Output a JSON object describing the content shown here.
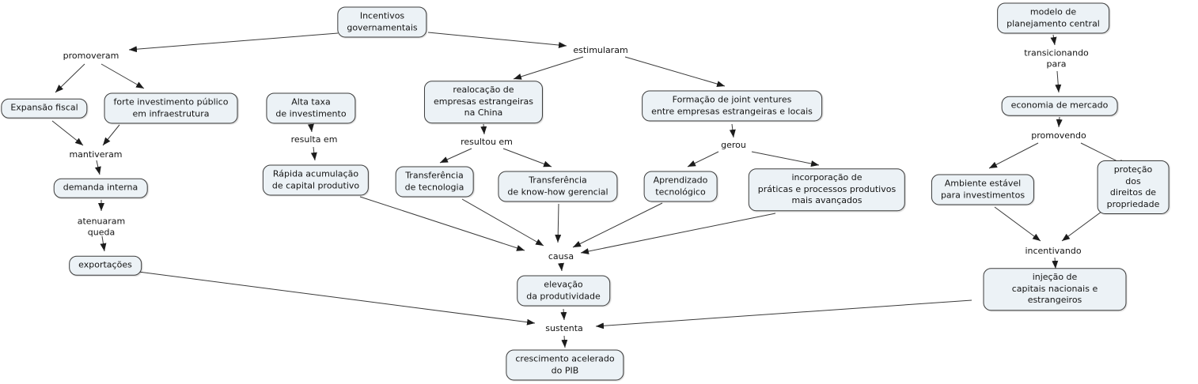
{
  "colors": {
    "background": "#ffffff",
    "node_fill": "#ecf2f6",
    "node_border": "#3c3c3c",
    "line_color": "#3a3a3a",
    "arrowhead": "#1c1c1c",
    "text": "#141414"
  },
  "nodes": {
    "incentivos": "Incentivos\ngovernamentais",
    "expansao_fiscal": "Expansão fiscal",
    "forte_investimento": "forte investimento público\nem infraestrutura",
    "alta_taxa": "Alta taxa\nde investimento",
    "rapida_acumulacao": "Rápida acumulação\nde capital produtivo",
    "demanda_interna": "demanda interna",
    "exportacoes": "exportações",
    "realocacao": "realocação de\nempresas estrangeiras\nna China",
    "transf_tecnologia": "Transferência\nde tecnologia",
    "transf_knowhow": "Transferência\nde know-how gerencial",
    "formacao_jv": "Formação de joint ventures\nentre empresas estrangeiras e locais",
    "aprendizado": "Aprendizado\ntecnológico",
    "incorporacao": "incorporação de\npráticas e processos produtivos\nmais avançados",
    "elevacao": "elevação\nda produtividade",
    "crescimento_pib": "crescimento acelerado\ndo PIB",
    "modelo_planejamento": "modelo de\nplanejamento central",
    "economia_mercado": "economia de mercado",
    "ambiente_estavel": "Ambiente estável\npara investimentos",
    "protecao_direitos": "proteção dos\ndireitos de propriedade",
    "injecao_capitais": "injeção de\ncapitais nacionais e estrangeiros"
  },
  "links": {
    "promoveram": "promoveram",
    "estimularam": "estimularam",
    "mantiveram": "mantiveram",
    "atenuaram_queda": "atenuaram\nqueda",
    "resulta_em": "resulta em",
    "resultou_em": "resultou em",
    "gerou": "gerou",
    "causa": "causa",
    "sustenta": "sustenta",
    "transicionando_para": "transicionando\npara",
    "promovendo": "promovendo",
    "incentivando": "incentivando"
  },
  "propositions": [
    {
      "from": "Incentivos governamentais",
      "link": "promoveram",
      "to": "Expansão fiscal"
    },
    {
      "from": "Incentivos governamentais",
      "link": "promoveram",
      "to": "forte investimento público em infraestrutura"
    },
    {
      "from": "Incentivos governamentais",
      "link": "estimularam",
      "to": "realocação de empresas estrangeiras na China"
    },
    {
      "from": "Incentivos governamentais",
      "link": "estimularam",
      "to": "Formação de joint ventures entre empresas estrangeiras e locais"
    },
    {
      "from": "Expansão fiscal",
      "link": "mantiveram",
      "to": "demanda interna"
    },
    {
      "from": "forte investimento público em infraestrutura",
      "link": "mantiveram",
      "to": "demanda interna"
    },
    {
      "from": "demanda interna",
      "link": "atenuaram queda",
      "to": "exportações"
    },
    {
      "from": "Alta taxa de investimento",
      "link": "resulta em",
      "to": "Rápida acumulação de capital produtivo"
    },
    {
      "from": "realocação de empresas estrangeiras na China",
      "link": "resultou em",
      "to": "Transferência de tecnologia"
    },
    {
      "from": "realocação de empresas estrangeiras na China",
      "link": "resultou em",
      "to": "Transferência de know-how gerencial"
    },
    {
      "from": "Formação de joint ventures entre empresas estrangeiras e locais",
      "link": "gerou",
      "to": "Aprendizado tecnológico"
    },
    {
      "from": "Formação de joint ventures entre empresas estrangeiras e locais",
      "link": "gerou",
      "to": "incorporação de práticas e processos produtivos mais avançados"
    },
    {
      "from": "Rápida acumulação de capital produtivo",
      "link": "causa",
      "to": "elevação da produtividade"
    },
    {
      "from": "Transferência de tecnologia",
      "link": "causa",
      "to": "elevação da produtividade"
    },
    {
      "from": "Transferência de know-how gerencial",
      "link": "causa",
      "to": "elevação da produtividade"
    },
    {
      "from": "Aprendizado tecnológico",
      "link": "causa",
      "to": "elevação da produtividade"
    },
    {
      "from": "incorporação de práticas e processos produtivos mais avançados",
      "link": "causa",
      "to": "elevação da produtividade"
    },
    {
      "from": "elevação da produtividade",
      "link": "sustenta",
      "to": "crescimento acelerado do PIB"
    },
    {
      "from": "exportações",
      "link": "sustenta",
      "to": "crescimento acelerado do PIB"
    },
    {
      "from": "injeção de capitais nacionais e estrangeiros",
      "link": "sustenta",
      "to": "crescimento acelerado do PIB"
    },
    {
      "from": "modelo de planejamento central",
      "link": "transicionando para",
      "to": "economia de mercado"
    },
    {
      "from": "economia de mercado",
      "link": "promovendo",
      "to": "Ambiente estável para investimentos"
    },
    {
      "from": "economia de mercado",
      "link": "promovendo",
      "to": "proteção dos direitos de propriedade"
    },
    {
      "from": "Ambiente estável para investimentos",
      "link": "incentivando",
      "to": "injeção de capitais nacionais e estrangeiros"
    },
    {
      "from": "proteção dos direitos de propriedade",
      "link": "incentivando",
      "to": "injeção de capitais nacionais e estrangeiros"
    }
  ]
}
